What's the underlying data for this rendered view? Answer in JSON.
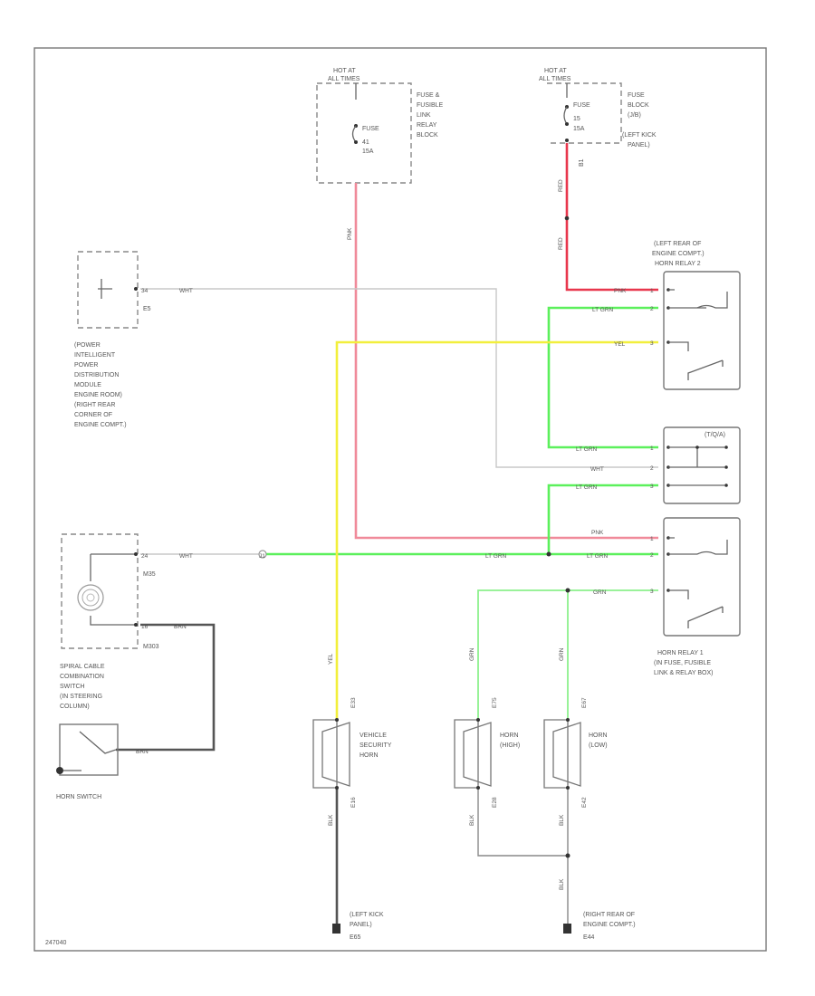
{
  "diagram_id": "247040",
  "fuse_block_1": {
    "hot_label": "HOT AT",
    "hot_label_2": "ALL TIMES",
    "fuse_name": "FUSE",
    "fuse_num": "41",
    "fuse_rating": "15A",
    "location": [
      "FUSE &",
      "FUSIBLE",
      "LINK",
      "RELAY",
      "BLOCK"
    ]
  },
  "fuse_block_2": {
    "hot_label": "HOT AT",
    "hot_label_2": "ALL TIMES",
    "fuse_name": "FUSE",
    "fuse_num": "15",
    "fuse_rating": "15A",
    "location": [
      "FUSE",
      "BLOCK",
      "(J/B)",
      "(LEFT KICK",
      "PANEL)"
    ],
    "connector": "B1"
  },
  "ipdm": {
    "pin": "34",
    "connector": "E5",
    "location": [
      "(POWER",
      "INTELLIGENT",
      "POWER",
      "DISTRIBUTION",
      "MODULE",
      "ENGINE ROOM)",
      "(RIGHT REAR",
      "CORNER OF",
      "ENGINE COMPT.)"
    ]
  },
  "security_relay": {
    "location": [
      "(LEFT REAR OF",
      "ENGINE COMPT.)"
    ],
    "name": "HORN RELAY 2",
    "pins": [
      "1",
      "2",
      "3"
    ]
  },
  "horn_relay_3": {
    "name": "(T/Q/A)",
    "pins": [
      "1",
      "2",
      "3"
    ]
  },
  "horn_relay_1": {
    "name": "HORN RELAY 1",
    "location": [
      "(IN FUSE, FUSIBLE",
      "LINK & RELAY BOX)"
    ],
    "pins": [
      "1",
      "2",
      "3"
    ]
  },
  "spiral_cable": {
    "pin_top": "24",
    "conn_top": "M35",
    "pin_bottom": "16",
    "conn_bottom": "M303",
    "location": [
      "SPIRAL CABLE",
      "COMBINATION",
      "SWITCH",
      "(IN STEERING",
      "COLUMN)"
    ]
  },
  "horn_switch": {
    "label": "HORN SWITCH"
  },
  "vehicle_horn": {
    "label": [
      "VEHICLE",
      "SECURITY",
      "HORN"
    ],
    "conn_top": "E33",
    "conn_bottom": "E16"
  },
  "horn_high": {
    "label": [
      "HORN",
      "(HIGH)"
    ],
    "conn_top": "E75",
    "conn_bottom": "E28"
  },
  "horn_low": {
    "label": [
      "HORN",
      "(LOW)"
    ],
    "conn_top": "E67",
    "conn_bottom": "E42"
  },
  "grounds": [
    {
      "location": [
        "(LEFT KICK",
        "PANEL)"
      ],
      "id": "E65"
    },
    {
      "location": [
        "(RIGHT REAR OF",
        "ENGINE COMPT.)"
      ],
      "id": "E44"
    }
  ],
  "wires": {
    "pnk": "PNK",
    "red": "RED",
    "lt_grn": "LT GRN",
    "yel": "YEL",
    "wht": "WHT",
    "grn": "GRN",
    "blk": "BLK",
    "brn": "BRN"
  },
  "splice": "J1"
}
